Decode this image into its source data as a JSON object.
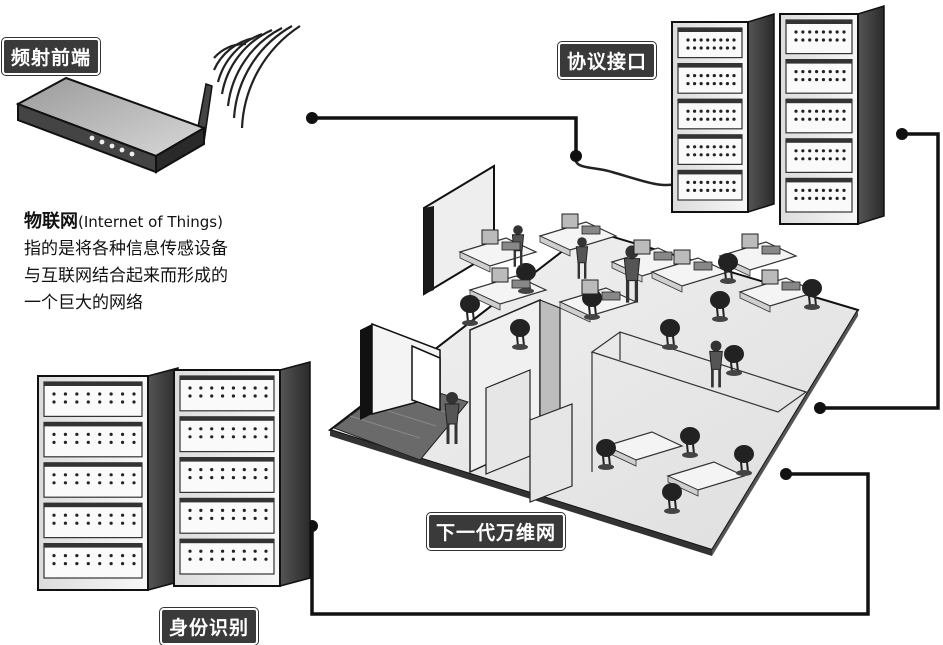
{
  "labels": {
    "rf_front_end": "频射前端",
    "protocol_interface": "协议接口",
    "next_gen_web": "下一代万维网",
    "identity_recognition": "身份识别"
  },
  "description": {
    "title": "物联网",
    "title_en": "(Internet of Things)",
    "lines": [
      "指的是将各种信息传感设备",
      "与互联网结合起来而形成的",
      "一个巨大的网络"
    ]
  }
}
